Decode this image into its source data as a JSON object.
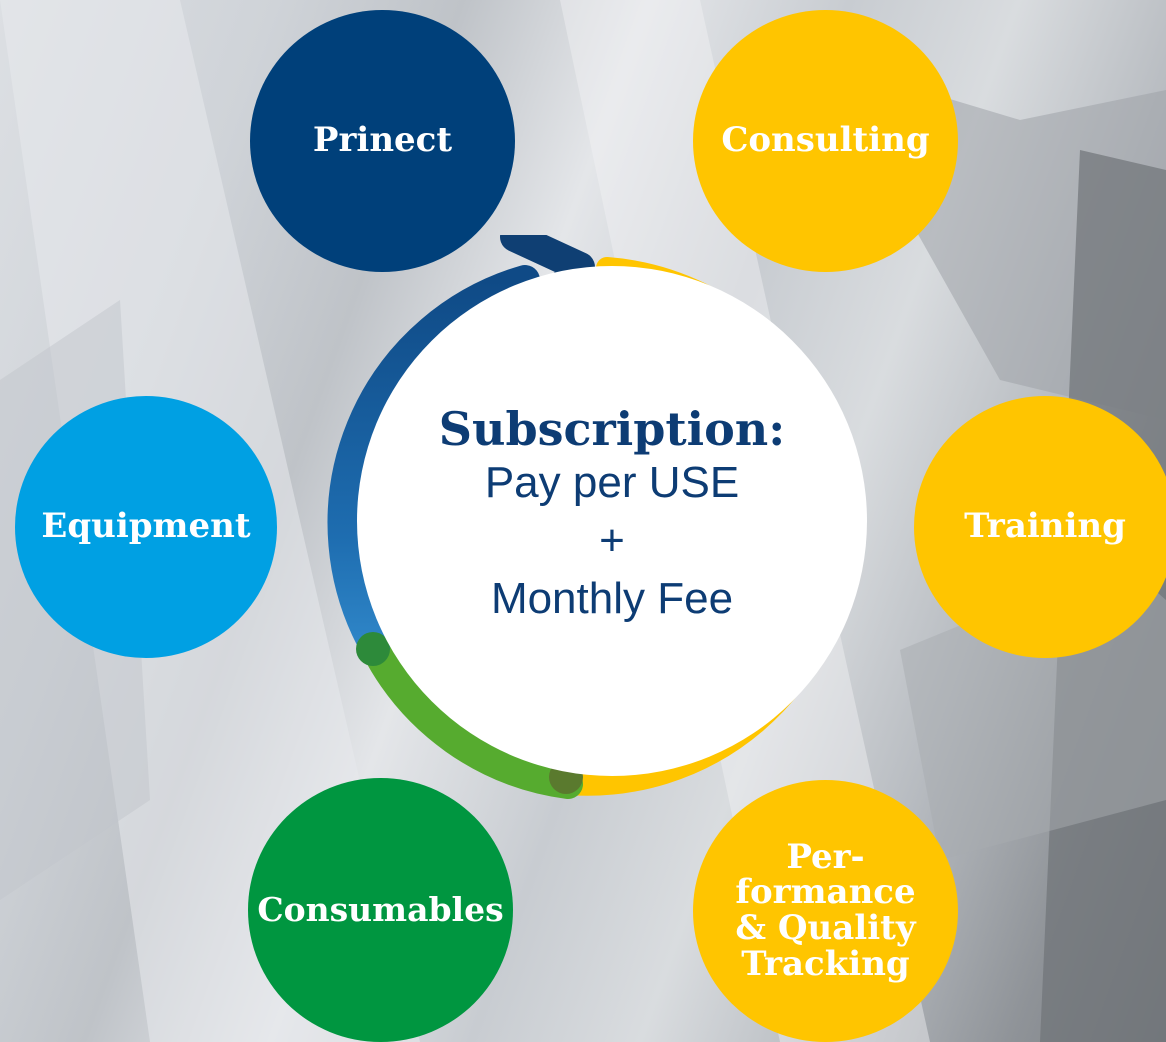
{
  "center": {
    "title": "Subscription:",
    "line1": "Pay per USE",
    "line2": "+",
    "line3": "Monthly Fee"
  },
  "bubbles": {
    "prinect": "Prinect",
    "consulting": "Consulting",
    "equipment": "Equipment",
    "training": "Training",
    "consumables": "Consumables",
    "performance_line1": "Per-",
    "performance_line2": "formance",
    "performance_line3": "& Quality",
    "performance_line4": "Tracking"
  },
  "colors": {
    "prinect": "#00407a",
    "consulting": "#ffc500",
    "equipment": "#00a0e3",
    "training": "#ffc500",
    "consumables": "#009640",
    "performance": "#ffc500",
    "ring_blue": "#1f5fa0",
    "ring_green": "#56ab2f",
    "ring_yellow": "#ffc500",
    "center_text": "#0d3c74"
  }
}
